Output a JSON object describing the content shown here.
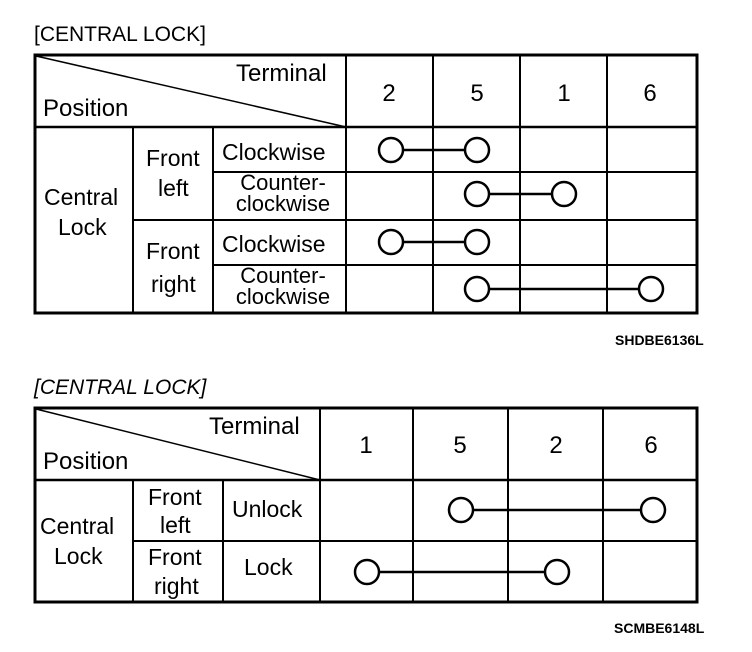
{
  "diagram1": {
    "title": "[CENTRAL LOCK]",
    "terminal_label": "Terminal",
    "position_label": "Position",
    "terminals": [
      "2",
      "5",
      "1",
      "6"
    ],
    "group_label_line1": "Central",
    "group_label_line2": "Lock",
    "sides": [
      {
        "line1": "Front",
        "line2": "left"
      },
      {
        "line1": "Front",
        "line2": "right"
      }
    ],
    "rows": [
      {
        "mode": "Clockwise",
        "mode_line2": "",
        "connects": [
          "2",
          "5"
        ]
      },
      {
        "mode": "Counter-",
        "mode_line2": "clockwise",
        "connects": [
          "5",
          "1"
        ]
      },
      {
        "mode": "Clockwise",
        "mode_line2": "",
        "connects": [
          "2",
          "5"
        ]
      },
      {
        "mode": "Counter-",
        "mode_line2": "clockwise",
        "connects": [
          "5",
          "6"
        ]
      }
    ],
    "code": "SHDBE6136L"
  },
  "diagram2": {
    "title": "[CENTRAL LOCK]",
    "terminal_label": "Terminal",
    "position_label": "Position",
    "terminals": [
      "1",
      "5",
      "2",
      "6"
    ],
    "group_label_line1": "Central",
    "group_label_line2": "Lock",
    "sides": [
      {
        "line1": "Front",
        "line2": "left"
      },
      {
        "line1": "Front",
        "line2": "right"
      }
    ],
    "rows": [
      {
        "mode": "Unlock",
        "connects": [
          "5",
          "6"
        ]
      },
      {
        "mode": "Lock",
        "connects": [
          "1",
          "2"
        ]
      }
    ],
    "code": "SCMBE6148L"
  }
}
